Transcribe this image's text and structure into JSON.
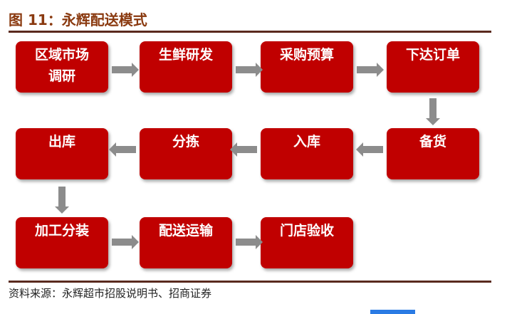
{
  "title": "图 11：永辉配送模式",
  "steps": [
    "区域市场调研",
    "生鲜研发",
    "采购预算",
    "下达订单",
    "备货",
    "入库",
    "分拣",
    "出库",
    "加工分装",
    "配送运输",
    "门店验收"
  ],
  "source": "资料来源：永辉超市招股说明书、招商证券",
  "colors": {
    "box": "#c00000",
    "arrow": "#8c8c8c",
    "title": "#8a3a10"
  }
}
